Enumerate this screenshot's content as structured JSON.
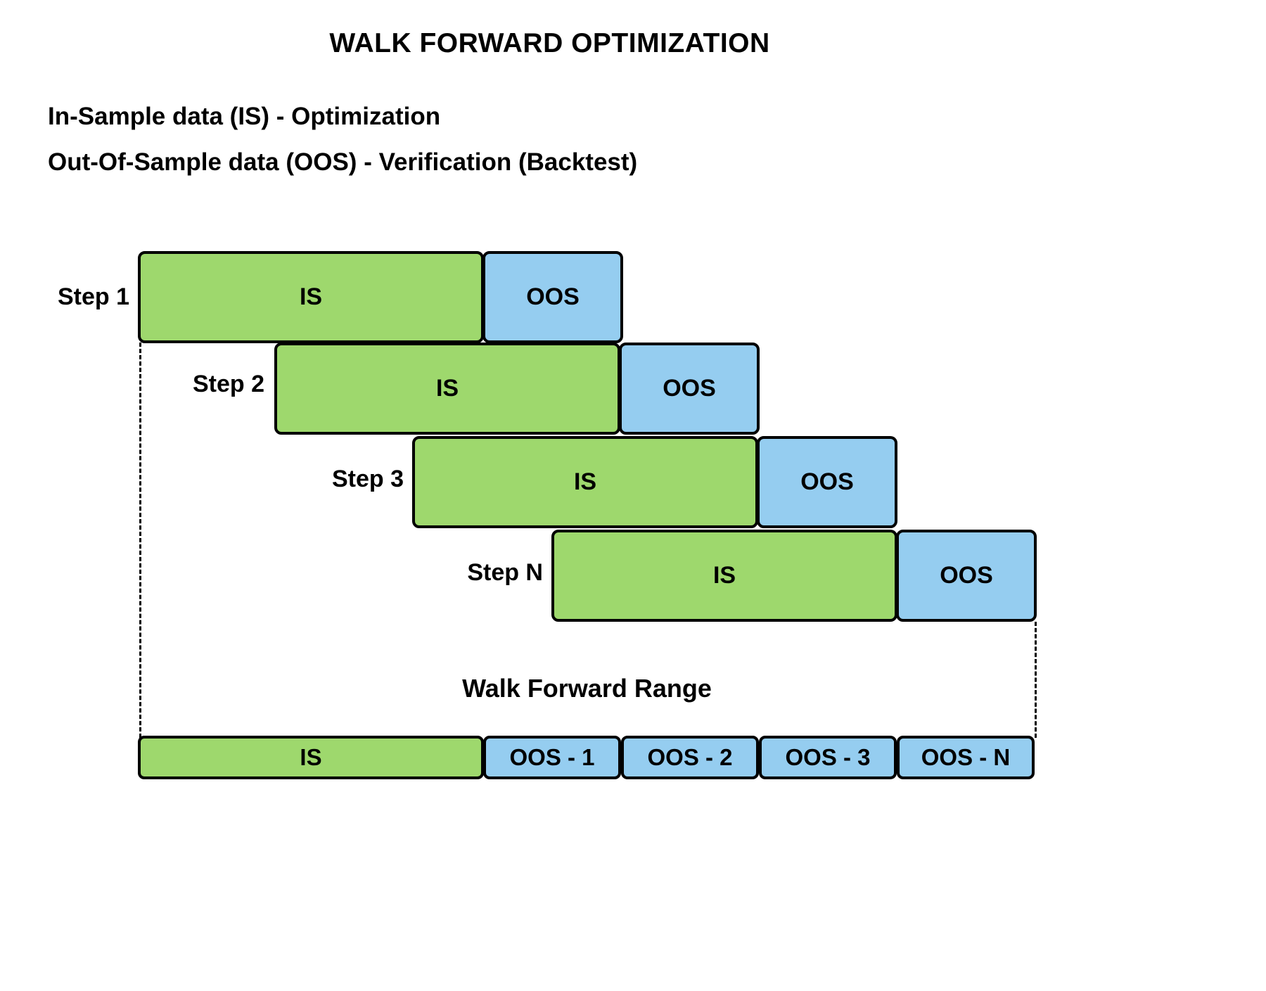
{
  "title": "WALK FORWARD OPTIMIZATION",
  "legend": {
    "line1": "In-Sample data (IS) - Optimization",
    "line2": "Out-Of-Sample data (OOS) - Verification (Backtest)"
  },
  "colors": {
    "in_sample": "#9ed86d",
    "out_of_sample": "#95cdf0",
    "outline": "#000000",
    "background": "#ffffff"
  },
  "steps": [
    {
      "label": "Step 1",
      "is_label": "IS",
      "oos_label": "OOS"
    },
    {
      "label": "Step 2",
      "is_label": "IS",
      "oos_label": "OOS"
    },
    {
      "label": "Step 3",
      "is_label": "IS",
      "oos_label": "OOS"
    },
    {
      "label": "Step N",
      "is_label": "IS",
      "oos_label": "OOS"
    }
  ],
  "range_label": "Walk Forward Range",
  "summary": {
    "is_label": "IS",
    "oos_segments": [
      "OOS - 1",
      "OOS - 2",
      "OOS - 3",
      "OOS - N"
    ]
  },
  "chart_data": {
    "type": "bar",
    "title": "WALK FORWARD OPTIMIZATION",
    "xlabel": "",
    "ylabel": "",
    "grid": false,
    "legend_position": "top-left",
    "categories": [
      "Step 1",
      "Step 2",
      "Step 3",
      "Step N",
      "Walk Forward Range"
    ],
    "series": [
      {
        "name": "In-Sample data (IS) - Optimization",
        "color": "#9ed86d",
        "spans": [
          {
            "category": "Step 1",
            "start": 0,
            "end": 5
          },
          {
            "category": "Step 2",
            "start": 2,
            "end": 7
          },
          {
            "category": "Step 3",
            "start": 4,
            "end": 9
          },
          {
            "category": "Step N",
            "start": 6,
            "end": 11
          },
          {
            "category": "Walk Forward Range",
            "start": 0,
            "end": 5
          }
        ]
      },
      {
        "name": "Out-Of-Sample data (OOS) - Verification (Backtest)",
        "color": "#95cdf0",
        "spans": [
          {
            "category": "Step 1",
            "start": 5,
            "end": 7,
            "label": "OOS"
          },
          {
            "category": "Step 2",
            "start": 7,
            "end": 9,
            "label": "OOS"
          },
          {
            "category": "Step 3",
            "start": 9,
            "end": 11,
            "label": "OOS"
          },
          {
            "category": "Step N",
            "start": 11,
            "end": 13,
            "label": "OOS"
          },
          {
            "category": "Walk Forward Range",
            "start": 5,
            "end": 7,
            "label": "OOS - 1"
          },
          {
            "category": "Walk Forward Range",
            "start": 7,
            "end": 9,
            "label": "OOS - 2"
          },
          {
            "category": "Walk Forward Range",
            "start": 9,
            "end": 11,
            "label": "OOS - 3"
          },
          {
            "category": "Walk Forward Range",
            "start": 11,
            "end": 13,
            "label": "OOS - N"
          }
        ]
      }
    ],
    "xlim": [
      0,
      13
    ],
    "annotations": [
      "Walk Forward Range"
    ]
  }
}
